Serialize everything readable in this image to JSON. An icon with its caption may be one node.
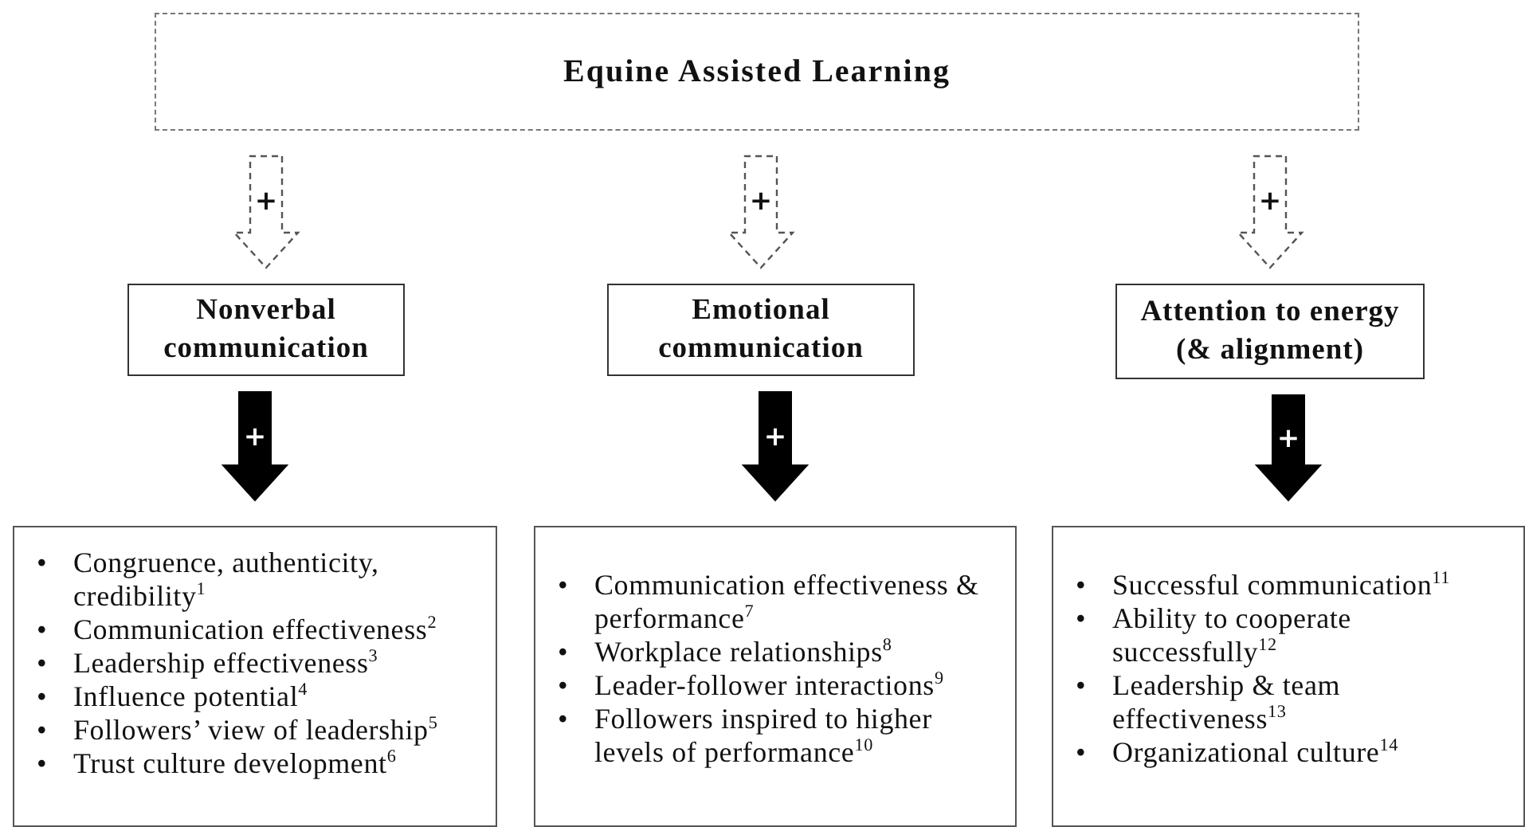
{
  "diagram": {
    "nodes": [
      {
        "text": [
          "Equine Assisted Learning"
        ]
      },
      {
        "text": [
          "Nonverbal communication"
        ]
      },
      {
        "text": [
          "Emotional communication"
        ]
      },
      {
        "text": [
          "Attention to energy (& alignment)"
        ]
      },
      {
        "text": [
          "•\tCongruence, authenticity, credibility$^{1}$",
          "•\tCommunication effectiveness$^{2}$",
          "•\tLeadership effectiveness$^{3}$",
          "•\tInfluence potential$^{4}$",
          "•\tFollowers’ view of leadership$^{5}$",
          "•\tTrust culture development$^{6}$"
        ]
      },
      {
        "text": [
          "•\tCommunication effectiveness & performance$^{7}$",
          "•\tWorkplace relationships$^{8}$",
          "•\tLeader-follower interactions$^{9}$",
          "•\tFollowers inspired to higher levels of performance$^{10}$"
        ]
      },
      {
        "text": [
          "•\tSuccessful communication$^{11}$",
          "•\tAbility to cooperate successfully$^{12}$",
          "•\tLeadership & team effectiveness$^{13}$",
          "•\tOrganizational culture$^{14}$"
        ]
      }
    ],
    "edges": [
      {
        "from": 0,
        "to": 1,
        "arrow": "to",
        "label": "+",
        "style": "dashed"
      },
      {
        "from": 0,
        "to": 2,
        "arrow": "to",
        "label": "+",
        "style": "dashed"
      },
      {
        "from": 0,
        "to": 3,
        "arrow": "to",
        "label": "+",
        "style": "dashed"
      },
      {
        "from": 1,
        "to": 4,
        "arrow": "to",
        "label": "+",
        "style": "thick"
      },
      {
        "from": 2,
        "to": 5,
        "arrow": "to",
        "label": "+",
        "style": "thick"
      },
      {
        "from": 3,
        "to": 6,
        "arrow": "to",
        "label": "+",
        "style": "thick"
      }
    ]
  }
}
